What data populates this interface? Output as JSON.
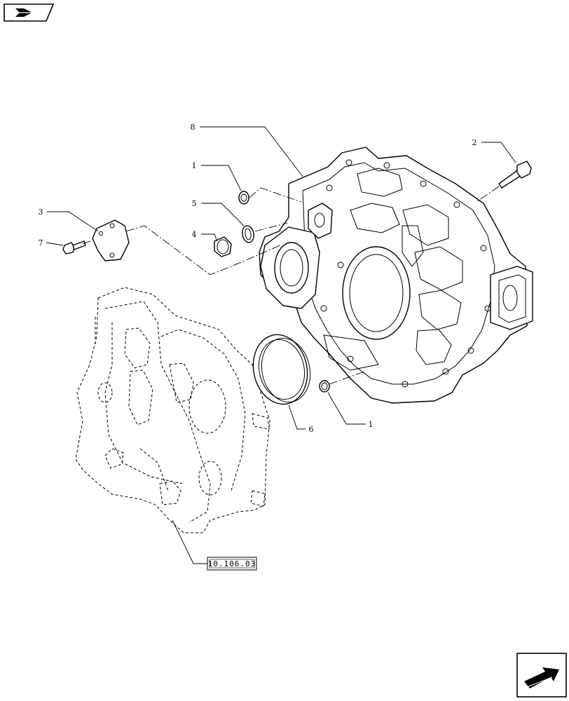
{
  "page": {
    "background": "#ffffff",
    "line_color": "#000000"
  },
  "header_icon": {
    "icon": "book-tab-icon"
  },
  "nav_icon": {
    "icon": "next-page-arrow-icon"
  },
  "callouts": [
    {
      "id": "c1a",
      "label": "1"
    },
    {
      "id": "c1b",
      "label": "1"
    },
    {
      "id": "c2",
      "label": "2"
    },
    {
      "id": "c3",
      "label": "3"
    },
    {
      "id": "c4",
      "label": "4"
    },
    {
      "id": "c5",
      "label": "5"
    },
    {
      "id": "c6",
      "label": "6"
    },
    {
      "id": "c7",
      "label": "7"
    },
    {
      "id": "c8",
      "label": "8"
    }
  ],
  "reference": {
    "label": "10.106.03"
  }
}
